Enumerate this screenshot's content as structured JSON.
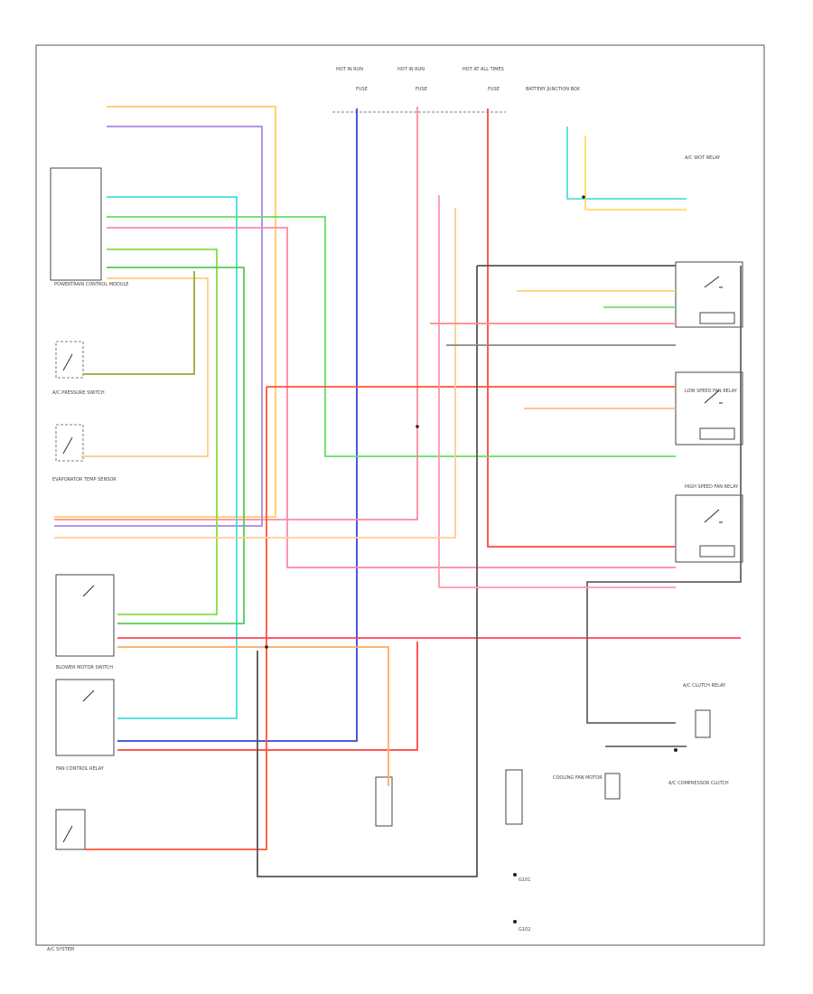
{
  "diagram": {
    "labels": {
      "fuse_hot_run_a": "HOT IN RUN",
      "fuse_hot_run_b": "HOT IN RUN",
      "fuse_hot_all": "HOT AT ALL TIMES",
      "fuse_a": "FUSE",
      "fuse_b": "FUSE",
      "fuse_c": "FUSE",
      "junction_box_top": "BATTERY JUNCTION BOX",
      "pcm": "POWERTRAIN CONTROL MODULE",
      "pressure_sw": "A/C PRESSURE SWITCH",
      "evap_temp": "EVAPORATOR TEMP SENSOR",
      "blower_sw": "BLOWER MOTOR SWITCH",
      "fan_relay": "FAN CONTROL RELAY",
      "wot_relay": "A/C WOT RELAY",
      "low_fan_relay": "LOW SPEED FAN RELAY",
      "hi_fan_relay": "HIGH SPEED FAN RELAY",
      "ac_clutch_relay": "A/C CLUTCH RELAY",
      "compressor_clutch": "A/C COMPRESSOR CLUTCH",
      "fan_motor_a": "COOLING FAN MOTOR",
      "fan_motor_b": "COOLING FAN MOTOR",
      "ground_a": "G101",
      "ground_b": "G102",
      "page_ref": "A/C SYSTEM"
    }
  }
}
